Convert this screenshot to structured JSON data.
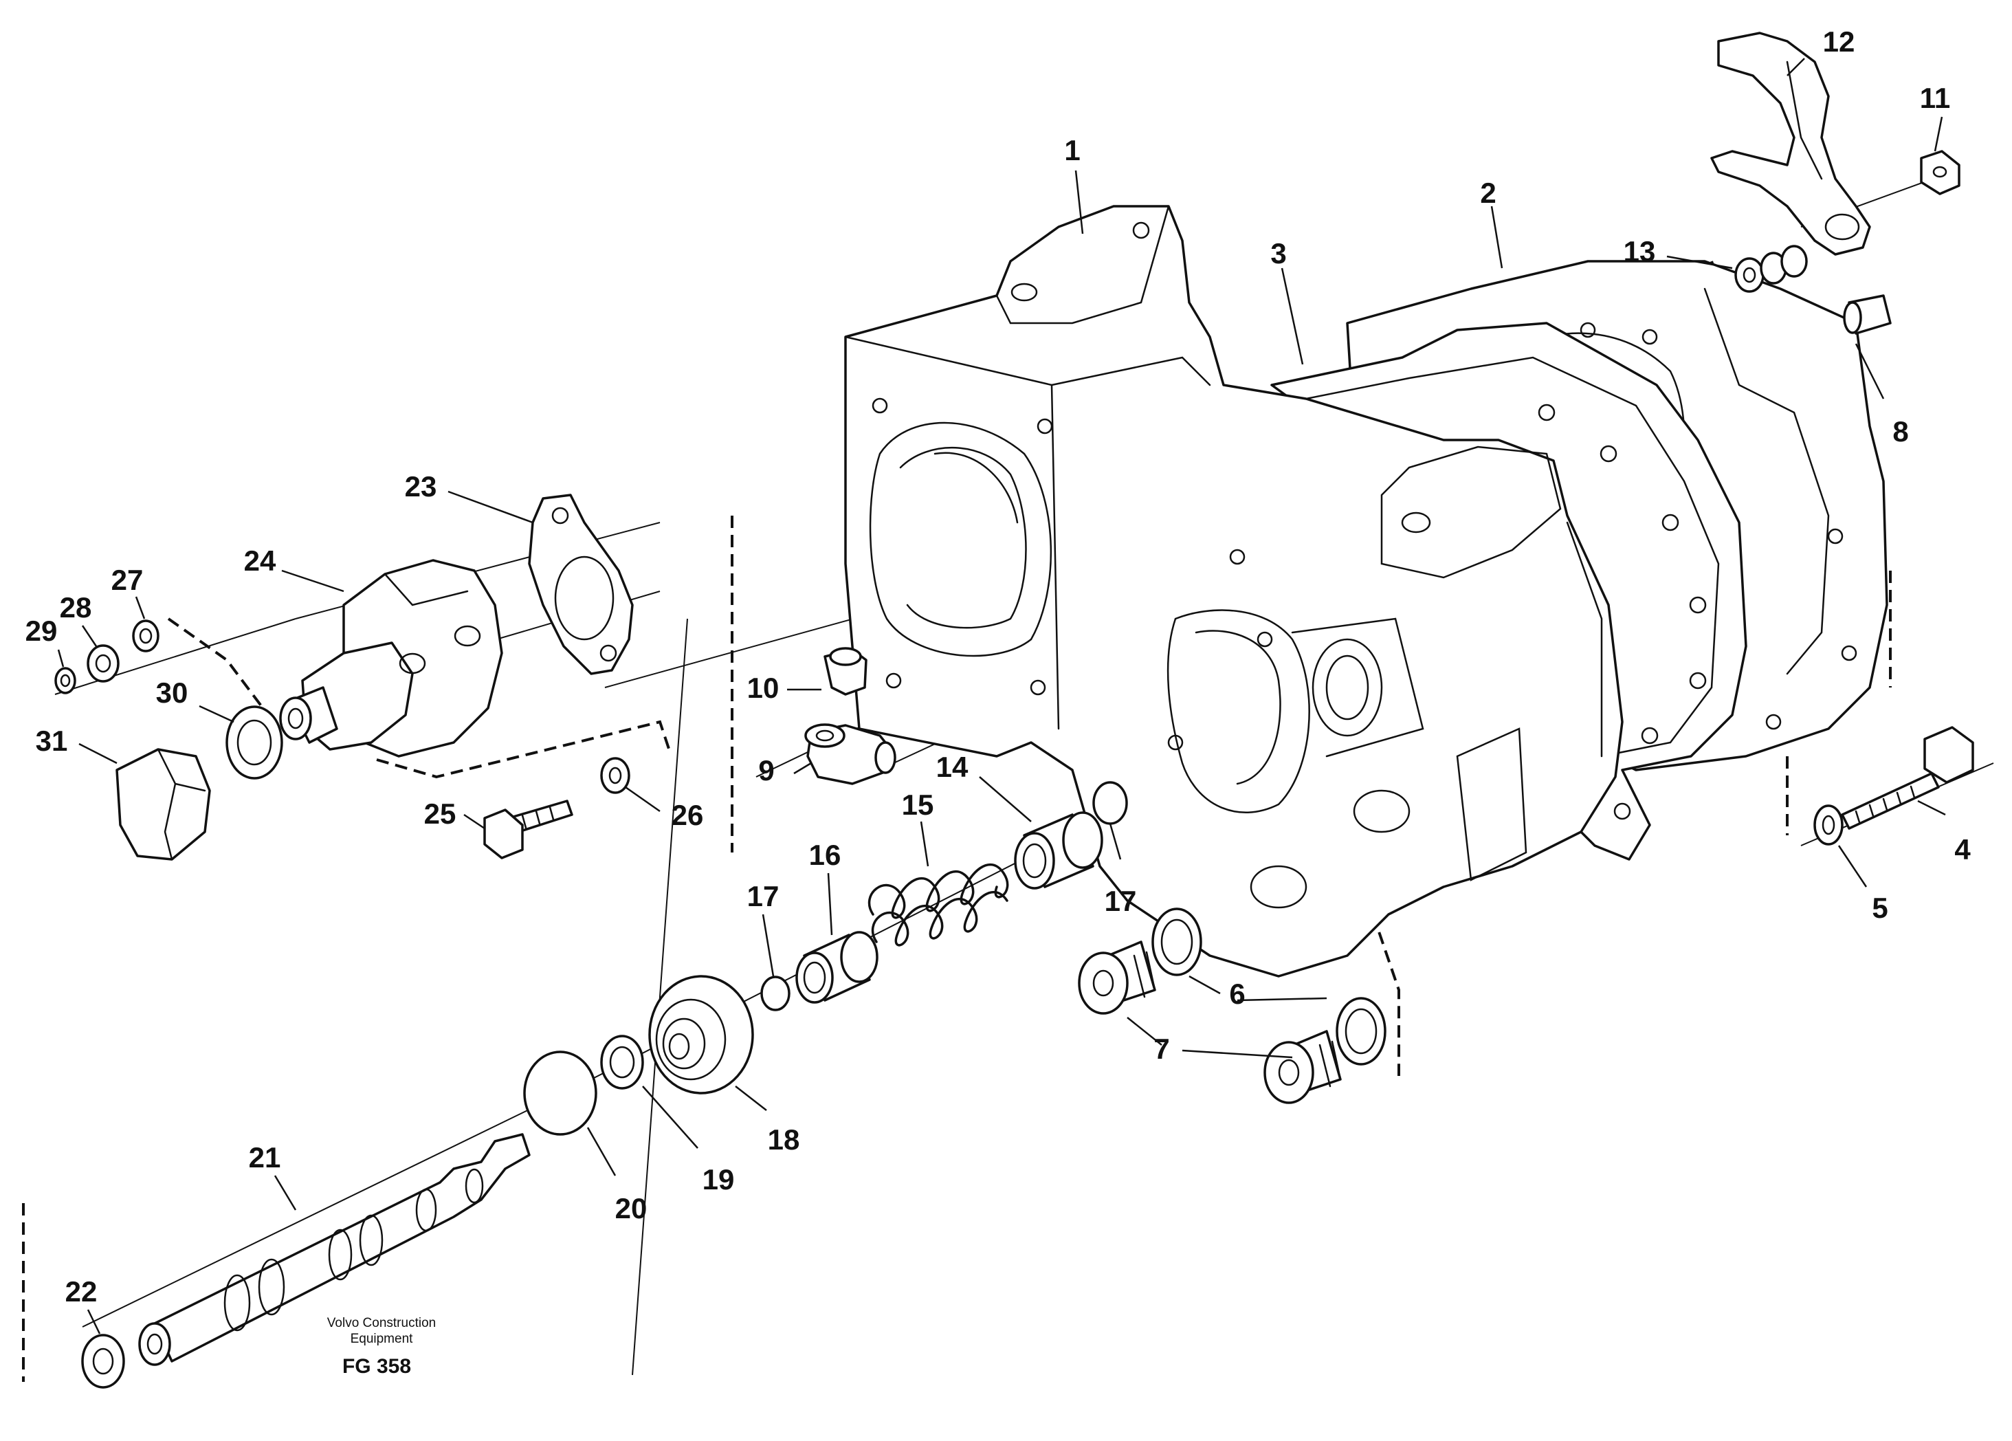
{
  "caption": {
    "company_line1": "Volvo Construction",
    "company_line2": "Equipment",
    "figure_code": "FG 358"
  },
  "callouts": {
    "c1": "1",
    "c2": "2",
    "c3": "3",
    "c4": "4",
    "c5": "5",
    "c6": "6",
    "c7": "7",
    "c8": "8",
    "c9": "9",
    "c10": "10",
    "c11": "11",
    "c12": "12",
    "c13": "13",
    "c14": "14",
    "c15": "15",
    "c16": "16",
    "c17a": "17",
    "c17b": "17",
    "c18": "18",
    "c19": "19",
    "c20": "20",
    "c21": "21",
    "c22": "22",
    "c23": "23",
    "c24": "24",
    "c25": "25",
    "c26": "26",
    "c27": "27",
    "c28": "28",
    "c29": "29",
    "c30": "30",
    "c31": "31"
  }
}
